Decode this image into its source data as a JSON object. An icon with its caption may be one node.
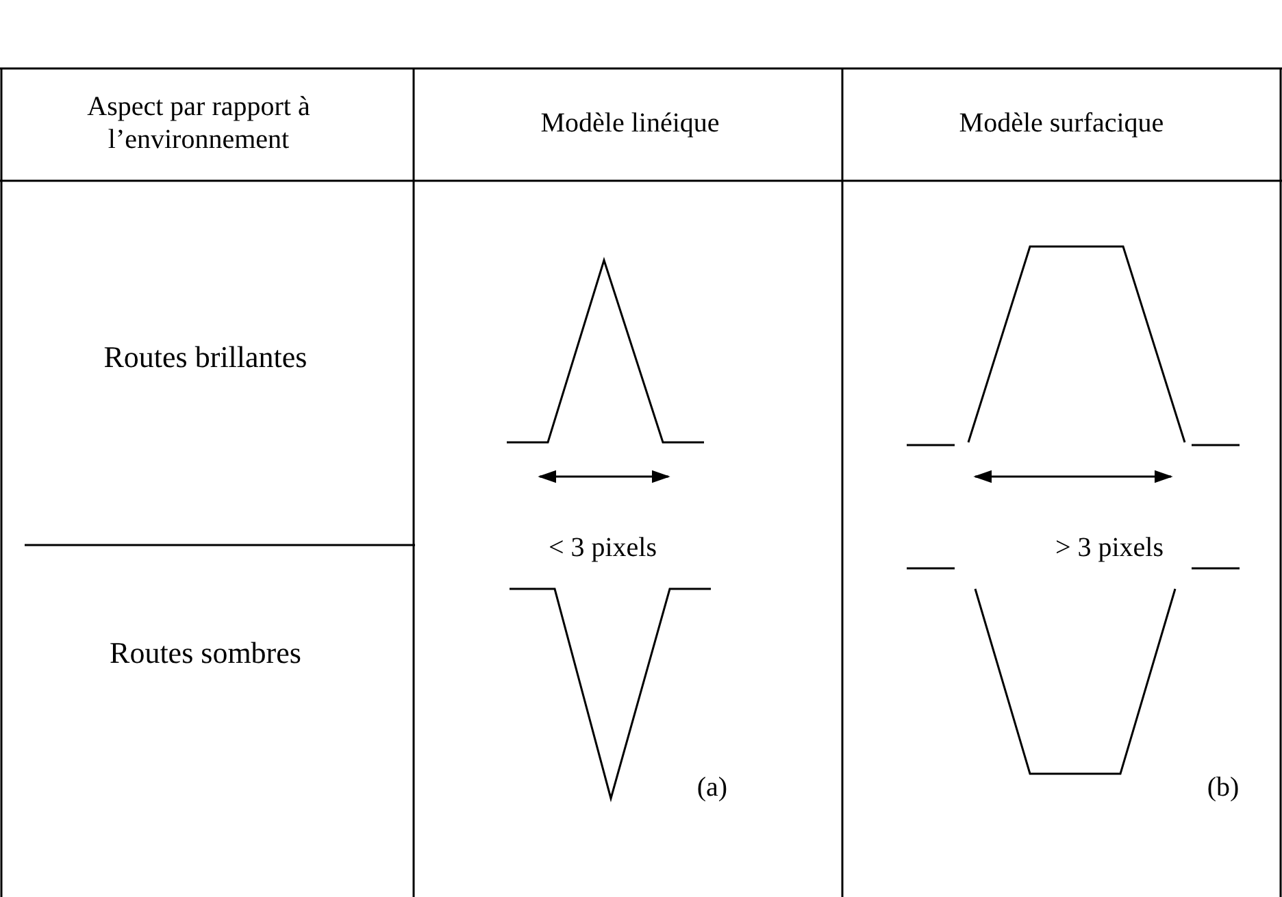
{
  "diagram": {
    "labels": [
      "Aspect par rapport à l’environnement",
      "Modèle linéique",
      "Modèle surfacique",
      "Routes brillantes",
      "< 3 pixels",
      "> 3 pixels",
      "Routes sombres",
      "(a)",
      "(b)"
    ]
  }
}
